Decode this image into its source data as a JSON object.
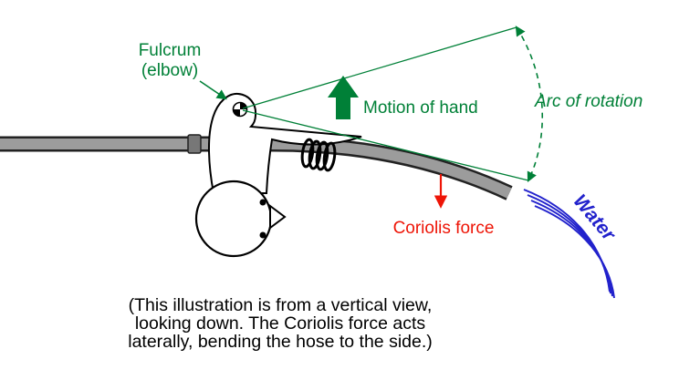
{
  "labels": {
    "fulcrum_line1": "Fulcrum",
    "fulcrum_line2": "(elbow)",
    "motion_of_hand": "Motion of hand",
    "arc_of_rotation": "Arc of rotation",
    "coriolis_force": "Coriolis force",
    "water": "Water"
  },
  "caption": {
    "line1": "(This illustration is from a vertical view,",
    "line2": "looking down.  The Coriolis force acts",
    "line3": "laterally, bending the hose to the side.)"
  },
  "colors": {
    "green": "#008037",
    "red": "#ee1507",
    "blue": "#2222cc",
    "hose_gray": "#9c9c9c",
    "hose_outline": "#222222",
    "black": "#000000",
    "background": "#ffffff"
  }
}
